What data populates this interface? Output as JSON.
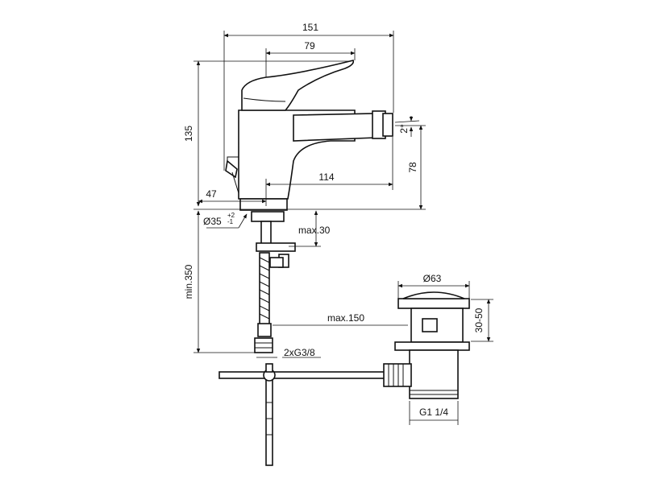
{
  "dimensions": {
    "total_length": "151",
    "lever_length": "79",
    "overall_height": "135",
    "spout_reach": "114",
    "spout_height": "78",
    "spout_angle": "2°",
    "offset": "47",
    "base_diameter": "Ø35",
    "base_tol_upper": "+2",
    "base_tol_lower": "-1",
    "deck_thickness": "max.30",
    "hose_length": "min.350",
    "connections": "2xG3/8",
    "rod_length": "max.150",
    "waste_diameter": "Ø63",
    "waste_height": "30-50",
    "waste_thread": "G1 1/4"
  }
}
